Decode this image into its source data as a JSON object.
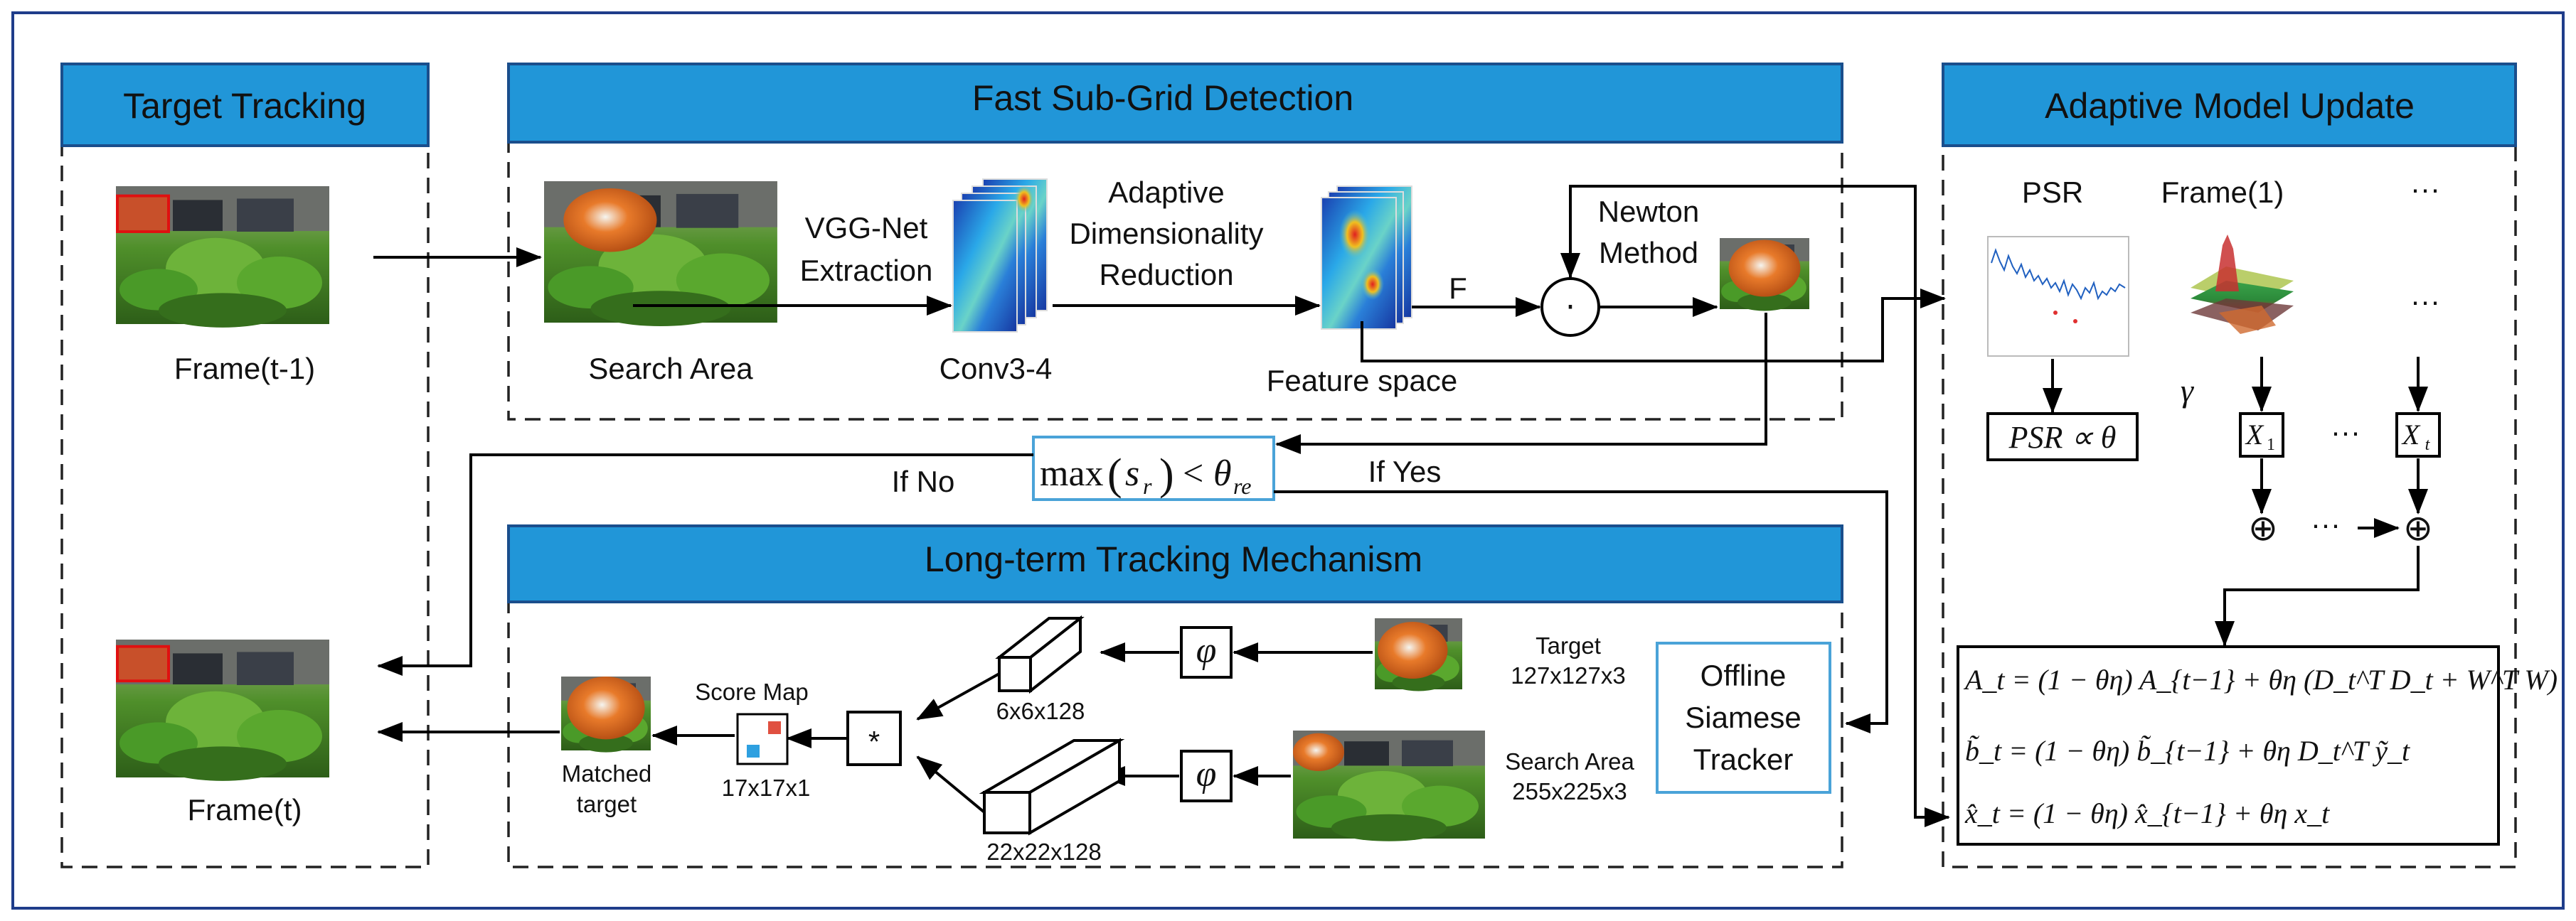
{
  "sections": {
    "target_tracking": "Target Tracking",
    "fast_subgrid": "Fast Sub-Grid Detection",
    "adaptive_update": "Adaptive Model Update",
    "long_term": "Long-term Tracking Mechanism"
  },
  "target_tracking": {
    "frame_prev": "Frame(t-1)",
    "frame_cur": "Frame(t)"
  },
  "fast_subgrid": {
    "search_area": "Search Area",
    "vgg_line1": "VGG-Net",
    "vgg_line2": "Extraction",
    "conv": "Conv3-4",
    "adr_line1": "Adaptive",
    "adr_line2": "Dimensionality",
    "adr_line3": "Reduction",
    "feature_space": "Feature space",
    "f_label": "F",
    "newton_line1": "Newton",
    "newton_line2": "Method",
    "dot_symbol": "⋅"
  },
  "decision": {
    "max": "max",
    "s": "s",
    "s_sub": "r",
    "lt": "<",
    "theta": "θ",
    "theta_sub": "re",
    "if_no": "If No",
    "if_yes": "If Yes"
  },
  "long_term": {
    "target_line1": "Target",
    "target_line2": "127x127x3",
    "search_line1": "Search Area",
    "search_line2": "255x225x3",
    "phi": "φ",
    "box_small": "6x6x128",
    "box_large": "22x22x128",
    "star": "*",
    "score_map": "Score Map",
    "score_dims": "17x17x1",
    "matched_line1": "Matched",
    "matched_line2": "target",
    "siamese_line1": "Offline",
    "siamese_line2": "Siamese",
    "siamese_line3": "Tracker"
  },
  "adaptive_update": {
    "psr": "PSR",
    "frame1": "Frame(1)",
    "dots": "···",
    "gamma": "γ",
    "psr_prop": "PSR ∝ θ",
    "x1": "X",
    "x1_sub": "1",
    "xt": "X",
    "xt_sub": "t",
    "oplus": "⊕",
    "eq1": "A_t = (1 − θη) A_{t−1} + θη (D_t^T D_t + W^T W)",
    "eq2": "b̃_t = (1 − θη) b̃_{t−1} + θη D_t^T ỹ_t",
    "eq3": "x̂_t = (1 − θη) x̂_{t−1} + θη x_t"
  },
  "colors": {
    "header_fill": "#2196d8",
    "header_stroke": "#1a4e8c",
    "outer_border": "#1f3d8a",
    "siamese_border": "#4aa3d8"
  }
}
